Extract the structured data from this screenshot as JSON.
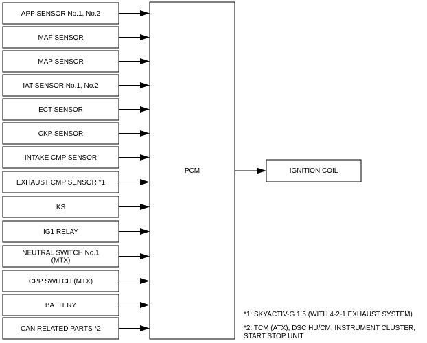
{
  "inputs": [
    {
      "lines": [
        "APP SENSOR No.1, No.2"
      ]
    },
    {
      "lines": [
        "MAF SENSOR"
      ]
    },
    {
      "lines": [
        "MAP SENSOR"
      ]
    },
    {
      "lines": [
        "IAT SENSOR No.1, No.2"
      ]
    },
    {
      "lines": [
        "ECT SENSOR"
      ]
    },
    {
      "lines": [
        "CKP SENSOR"
      ]
    },
    {
      "lines": [
        "INTAKE CMP SENSOR"
      ]
    },
    {
      "lines": [
        "EXHAUST CMP SENSOR *1"
      ]
    },
    {
      "lines": [
        "KS"
      ]
    },
    {
      "lines": [
        "IG1 RELAY"
      ]
    },
    {
      "lines": [
        "NEUTRAL SWITCH No.1",
        "(MTX)"
      ]
    },
    {
      "lines": [
        "CPP  SWITCH (MTX)"
      ]
    },
    {
      "lines": [
        "BATTERY"
      ]
    },
    {
      "lines": [
        "CAN RELATED PARTS *2"
      ]
    }
  ],
  "pcm": {
    "label": "PCM"
  },
  "output": {
    "label": "IGNITION COIL"
  },
  "notes": {
    "note1": "*1: SKYACTIV-G 1.5 (WITH 4-2-1 EXHAUST SYSTEM)",
    "note2_line1": "*2: TCM (ATX), DSC HU/CM, INSTRUMENT CLUSTER,",
    "note2_line2": "START STOP UNIT"
  }
}
